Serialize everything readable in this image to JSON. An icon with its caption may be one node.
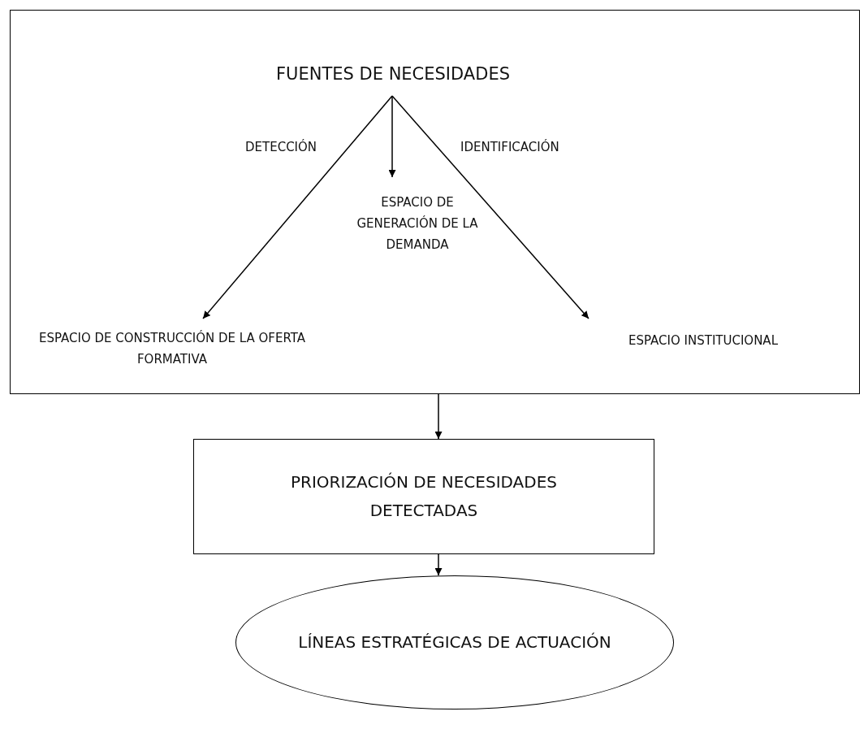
{
  "diagram": {
    "nodes": [
      {
        "text": [],
        "shape": "box"
      },
      {
        "text": [
          "FUENTES DE NECESIDADES"
        ],
        "in": 0
      },
      {
        "text": [
          "ESPACIO DE GENERACIÓN DE LA DEMANDA"
        ],
        "in": 0
      },
      {
        "text": [
          "ESPACIO DE CONSTRUCCIÓN DE LA OFERTA FORMATIVA"
        ],
        "in": 0
      },
      {
        "text": [
          "ESPACIO INSTITUCIONAL"
        ],
        "in": 0
      },
      {
        "text": [
          "PRIORIZACIÓN DE NECESIDADES DETECTADAS"
        ]
      },
      {
        "text": [
          "LÍNEAS ESTRATÉGICAS DE ACTUACIÓN"
        ]
      }
    ],
    "edges": [
      {
        "from": 1,
        "to": 3,
        "arrow": "to",
        "label": "DETECCIÓN"
      },
      {
        "from": 1,
        "to": 2,
        "arrow": "to"
      },
      {
        "from": 1,
        "to": 4,
        "arrow": "to",
        "label": "IDENTIFICACIÓN"
      },
      {
        "from": 0,
        "to": 5,
        "arrow": "to"
      },
      {
        "from": 5,
        "to": 6,
        "arrow": "to"
      }
    ]
  }
}
